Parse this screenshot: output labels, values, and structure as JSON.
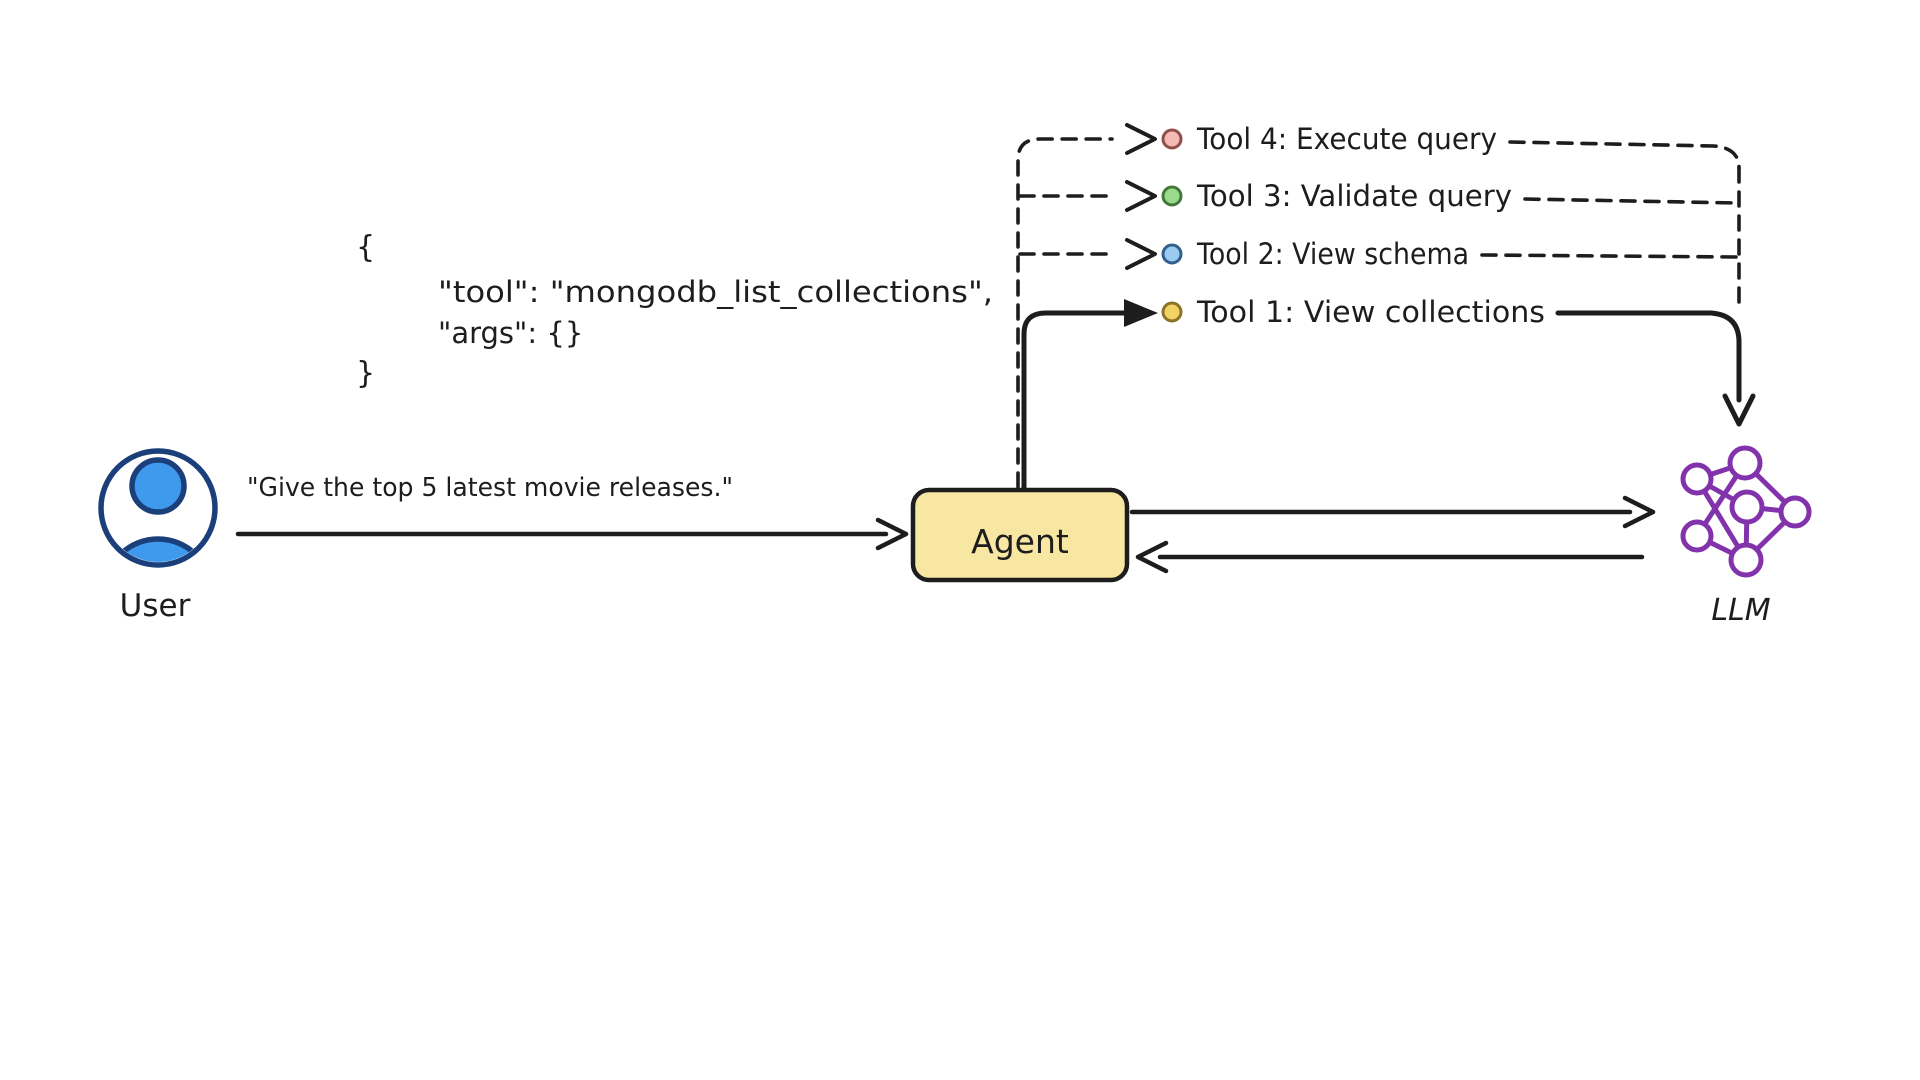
{
  "user": {
    "label": "User",
    "message": "\"Give the top 5 latest movie releases.\""
  },
  "tool_call_json": {
    "open_brace": "{",
    "tool_line": "\"tool\": \"mongodb_list_collections\",",
    "args_line": "\"args\": {}",
    "close_brace": "}"
  },
  "agent": {
    "label": "Agent",
    "fill": "#f8e7a3",
    "border": "#1d1d1d"
  },
  "llm": {
    "label": "LLM",
    "color": "#8233ab"
  },
  "tools": [
    {
      "label": "Tool 4: Execute query",
      "dot_fill": "#f5bab5",
      "dot_stroke": "#8f4f4b",
      "link_style": "dashed"
    },
    {
      "label": "Tool 3: Validate query",
      "dot_fill": "#9bdb8d",
      "dot_stroke": "#44793c",
      "link_style": "dashed"
    },
    {
      "label": "Tool 2: View schema",
      "dot_fill": "#9bcbf0",
      "dot_stroke": "#33618e",
      "link_style": "dashed"
    },
    {
      "label": "Tool 1: View collections",
      "dot_fill": "#f1d464",
      "dot_stroke": "#8a7426",
      "link_style": "solid"
    }
  ],
  "colors": {
    "ink": "#1d1d1d",
    "user_outline": "#1b3f7a",
    "user_fill": "#3f99ed"
  }
}
